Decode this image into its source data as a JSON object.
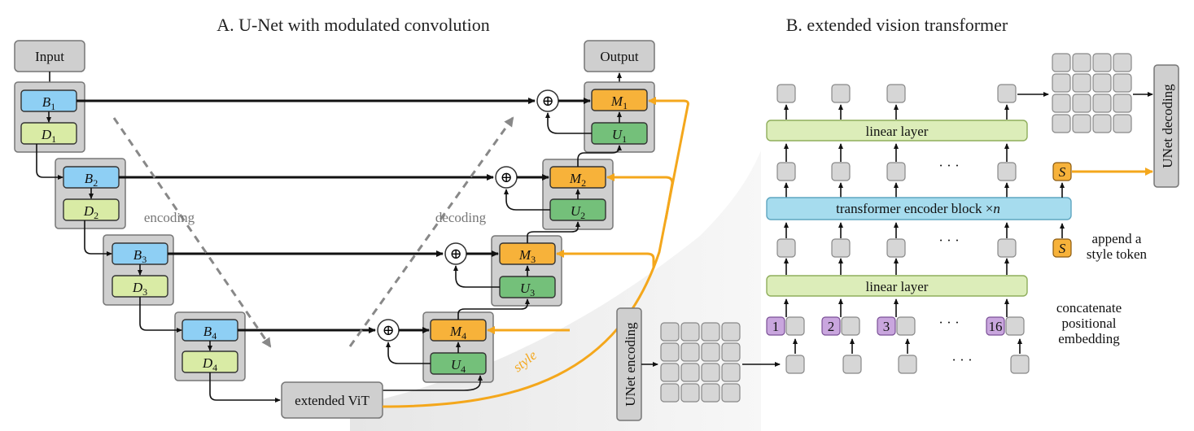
{
  "titles": {
    "a": "A. U-Net with modulated convolution",
    "b": "B. extended vision transformer"
  },
  "unet": {
    "input": "Input",
    "output": "Output",
    "encoding": "encoding",
    "decoding": "decoding",
    "style": "style",
    "vit": "extended ViT",
    "blocks": [
      {
        "b": "B",
        "d": "D",
        "m": "M",
        "u": "U",
        "i": "1"
      },
      {
        "b": "B",
        "d": "D",
        "m": "M",
        "u": "U",
        "i": "2"
      },
      {
        "b": "B",
        "d": "D",
        "m": "M",
        "u": "U",
        "i": "3"
      },
      {
        "b": "B",
        "d": "D",
        "m": "M",
        "u": "U",
        "i": "4"
      }
    ],
    "plus": "⊕"
  },
  "vit": {
    "unet_encoding": "UNet encoding",
    "unet_decoding": "UNet decoding",
    "linear_layer": "linear layer",
    "transformer": "transformer encoder block ×",
    "transformer_n": "n",
    "style_token": "S",
    "append_1": "append a",
    "append_2": "style token",
    "concat_1": "concatenate",
    "concat_2": "positional",
    "concat_3": "embedding",
    "positions": [
      "1",
      "2",
      "3",
      "16"
    ],
    "ellipsis": "· · ·"
  },
  "colors": {
    "blue": "#8ecff4",
    "lightgreen": "#d9eba5",
    "orange": "#f7b23a",
    "green": "#74c07a",
    "linear": "#dcedb9",
    "transformer": "#a6dcee",
    "purple": "#c9a6de",
    "token": "#d6d6d6",
    "arrow_orange": "#f4a71c"
  }
}
